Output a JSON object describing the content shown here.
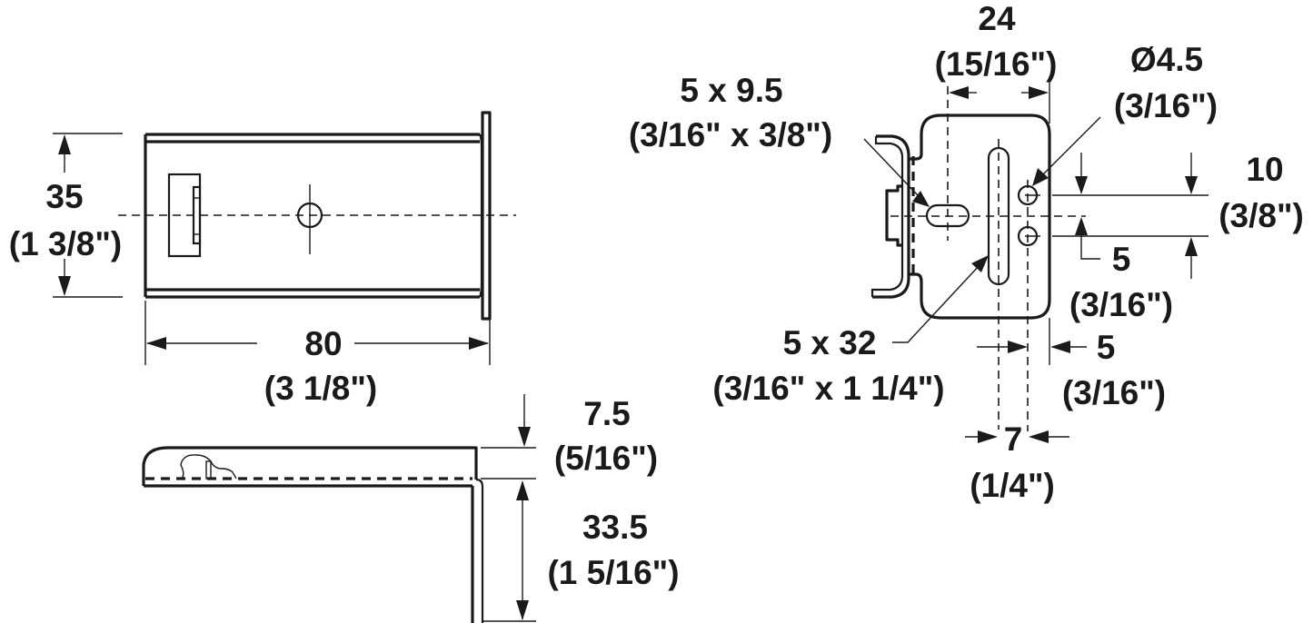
{
  "drawing": {
    "title": "Bracket technical drawing",
    "units_primary": "mm",
    "units_secondary": "inch",
    "line_color": "#1a1a1a",
    "background": "#ffffff"
  },
  "top_view": {
    "height_dim": {
      "metric": "35",
      "imperial": "(1 3/8\")"
    },
    "length_dim": {
      "metric": "80",
      "imperial": "(3 1/8\")"
    }
  },
  "side_view": {
    "flange_thickness_dim": {
      "metric": "7.5",
      "imperial": "(5/16\")"
    },
    "leg_height_dim": {
      "metric": "33.5",
      "imperial": "(1 5/16\")"
    }
  },
  "front_view": {
    "width_dim": {
      "metric": "24",
      "imperial": "(15/16\")"
    },
    "small_slot": {
      "metric": "5 x 9.5",
      "imperial": "(3/16\" x 3/8\")"
    },
    "hole_diameter": {
      "metric": "Ø4.5",
      "imperial": "(3/16\")"
    },
    "hole_spacing": {
      "metric": "10",
      "imperial": "(3/8\")"
    },
    "hole_offset": {
      "metric": "5",
      "imperial": "(3/16\")"
    },
    "long_slot": {
      "metric": "5 x 32",
      "imperial": "(3/16\" x 1 1/4\")"
    },
    "edge_offset": {
      "metric": "5",
      "imperial": "(3/16\")"
    },
    "slot_to_hole": {
      "metric": "7",
      "imperial": "(1/4\")"
    }
  }
}
